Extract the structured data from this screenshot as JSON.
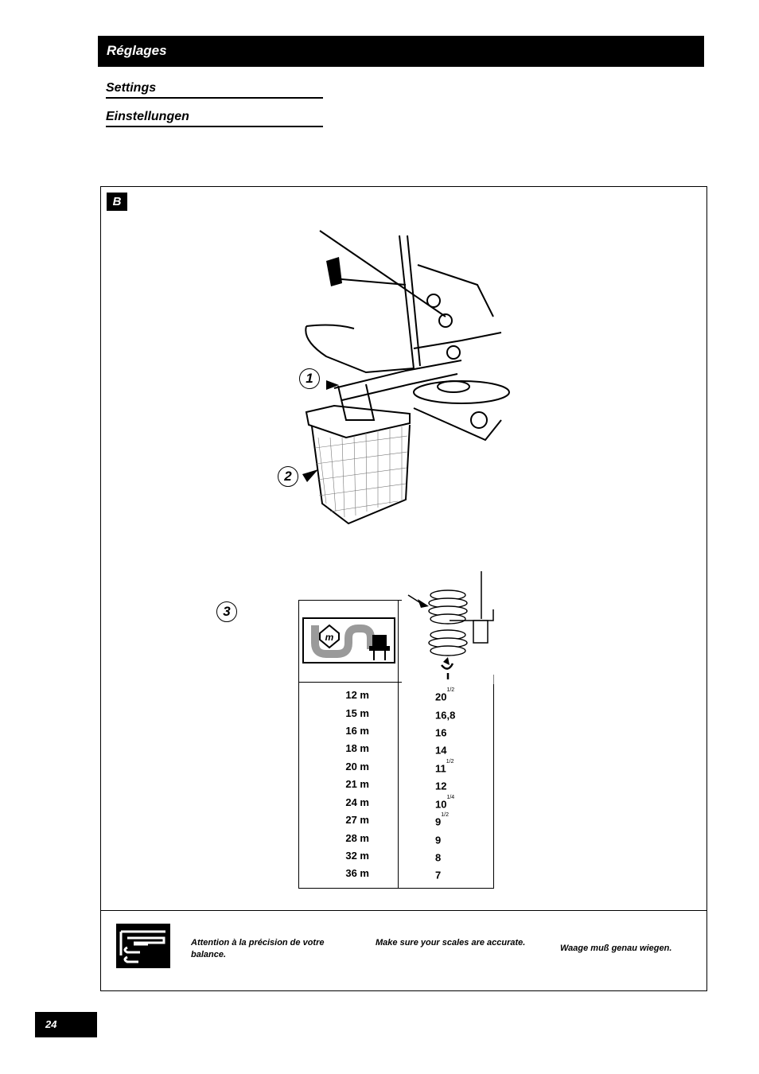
{
  "header": {
    "title": "Réglages"
  },
  "subtitles": [
    "Settings",
    "Einstellungen"
  ],
  "section": {
    "label": "B"
  },
  "callouts": [
    "1",
    "2",
    "3"
  ],
  "table": {
    "rows": [
      {
        "width": "12 m",
        "setting": "20",
        "sup": "1/2"
      },
      {
        "width": "15 m",
        "setting": "16,8",
        "sup": ""
      },
      {
        "width": "16 m",
        "setting": "16",
        "sup": ""
      },
      {
        "width": "18 m",
        "setting": "14",
        "sup": ""
      },
      {
        "width": "20 m",
        "setting": "11",
        "sup": "1/2"
      },
      {
        "width": "21 m",
        "setting": "12",
        "sup": ""
      },
      {
        "width": "24 m",
        "setting": "10",
        "sup": "1/4"
      },
      {
        "width": "27 m",
        "setting": "9",
        "sup": "1/2"
      },
      {
        "width": "28 m",
        "setting": "9",
        "sup": ""
      },
      {
        "width": "32 m",
        "setting": "8",
        "sup": ""
      },
      {
        "width": "36 m",
        "setting": "7",
        "sup": ""
      }
    ],
    "icon_label": "m"
  },
  "footer": {
    "notes": [
      "Attention à la précision de votre balance.",
      "Make sure your scales are accurate.",
      "Waage muß genau wiegen."
    ]
  },
  "page": {
    "number": "24"
  },
  "colors": {
    "ink": "#000000",
    "paper": "#ffffff",
    "icon_gray": "#9a9a9a"
  }
}
